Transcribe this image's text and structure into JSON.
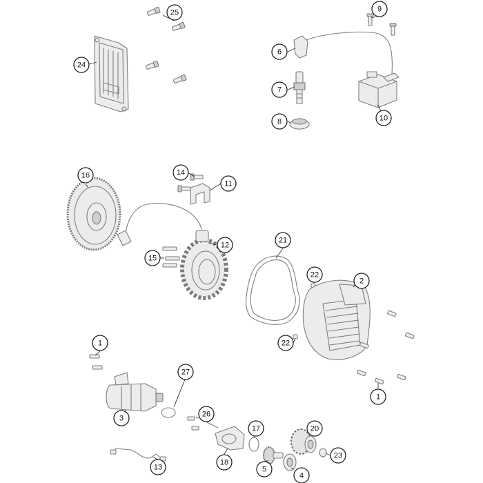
{
  "diagram": {
    "callouts": [
      {
        "id": "c25a",
        "number": "25"
      },
      {
        "id": "c24",
        "number": "24"
      },
      {
        "id": "c9",
        "number": "9"
      },
      {
        "id": "c6",
        "number": "6"
      },
      {
        "id": "c7",
        "number": "7"
      },
      {
        "id": "c8",
        "number": "8"
      },
      {
        "id": "c10",
        "number": "10"
      },
      {
        "id": "c16",
        "number": "16"
      },
      {
        "id": "c14",
        "number": "14"
      },
      {
        "id": "c11",
        "number": "11"
      },
      {
        "id": "c12",
        "number": "12"
      },
      {
        "id": "c15",
        "number": "15"
      },
      {
        "id": "c21",
        "number": "21"
      },
      {
        "id": "c22a",
        "number": "22"
      },
      {
        "id": "c2",
        "number": "2"
      },
      {
        "id": "c22b",
        "number": "22"
      },
      {
        "id": "c1a",
        "number": "1"
      },
      {
        "id": "c27",
        "number": "27"
      },
      {
        "id": "c3",
        "number": "3"
      },
      {
        "id": "c26",
        "number": "26"
      },
      {
        "id": "c1b",
        "number": "1"
      },
      {
        "id": "c17",
        "number": "17"
      },
      {
        "id": "c20",
        "number": "20"
      },
      {
        "id": "c18",
        "number": "18"
      },
      {
        "id": "c23",
        "number": "23"
      },
      {
        "id": "c13",
        "number": "13"
      },
      {
        "id": "c5",
        "number": "5"
      },
      {
        "id": "c4",
        "number": "4"
      }
    ]
  }
}
